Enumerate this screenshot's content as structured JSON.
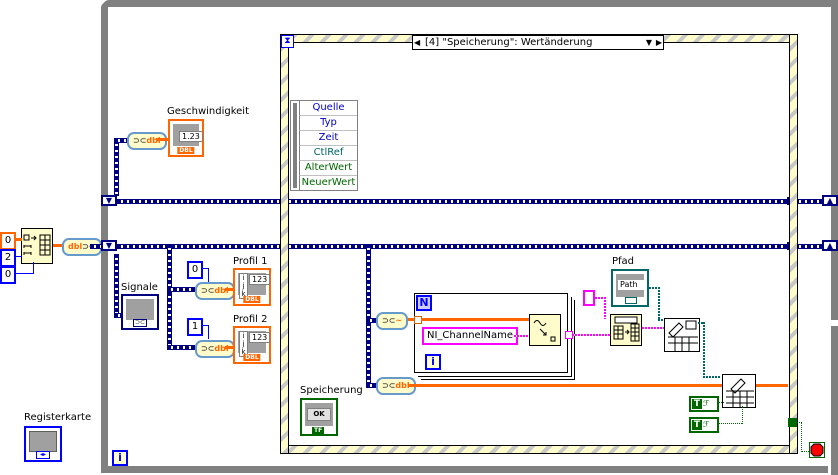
{
  "window": {
    "type": "LabVIEW block diagram"
  },
  "constants": {
    "array_init_values": [
      "0",
      "2",
      "0"
    ],
    "profil1_index": "0",
    "profil2_index": "1",
    "channel_name": "NI_ChannelName",
    "bool_true_1": "T",
    "bool_true_2": "T"
  },
  "labels": {
    "geschwindigkeit": "Geschwindigkeit",
    "signale": "Signale",
    "profil1": "Profil 1",
    "profil2": "Profil 2",
    "speicherung": "Speicherung",
    "pfad": "Pfad",
    "registerkarte": "Registerkarte"
  },
  "indicators": {
    "geschwindigkeit_value": "1.23",
    "geschwindigkeit_type": "DBL",
    "profil1_value": "123",
    "profil1_type": "DBL",
    "profil2_value": "123",
    "profil2_type": "DBL",
    "speicherung_value": "OK",
    "speicherung_type": "TF",
    "pfad_value": "Path",
    "index_letters": [
      "i",
      "j",
      "k"
    ]
  },
  "event_structure": {
    "case_selector": "[4] \"Speicherung\": Wertänderung",
    "event_data_fields": [
      "Quelle",
      "Typ",
      "Zeit",
      "CtlRef",
      "AlterWert",
      "NeuerWert"
    ]
  },
  "terminals": {
    "loop_n": "N",
    "loop_i": "i",
    "while_i": "i"
  },
  "unbundle_labels": {
    "dbl": "dbl",
    "waveform": "~"
  },
  "colors": {
    "cluster_wire": "#000080",
    "dbl_wire": "#ff6600",
    "string_wire": "#ff00ff",
    "path_wire": "#006666",
    "bool_wire": "#006600",
    "int_const": "#0000ff",
    "event_stripe": "#fffccc"
  }
}
